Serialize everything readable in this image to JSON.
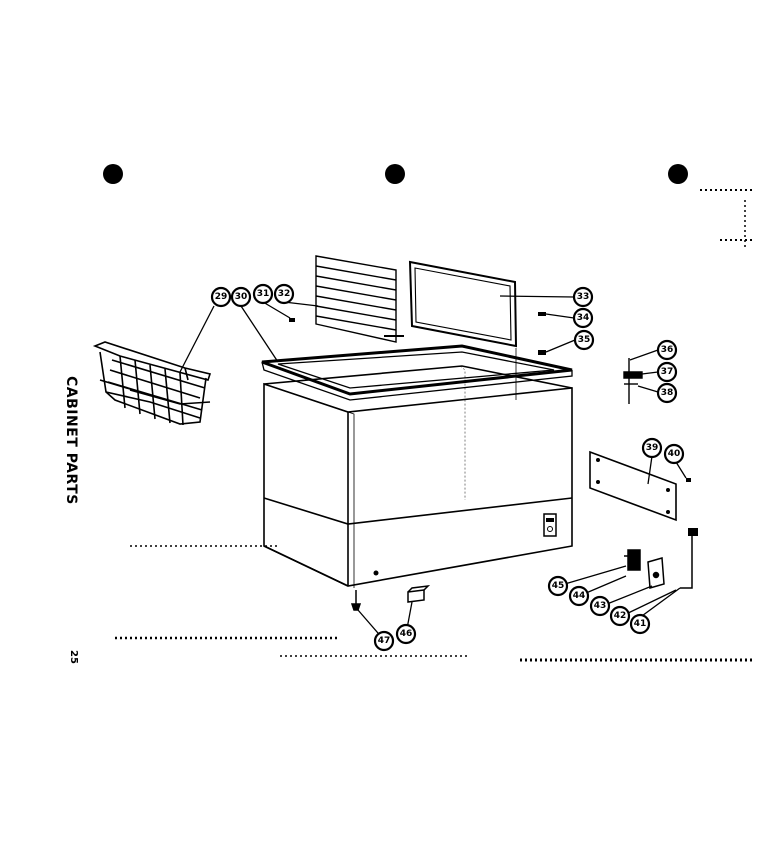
{
  "page": {
    "section_title": "CABINET PARTS",
    "page_number": "25"
  },
  "callouts": [
    {
      "id": "29",
      "label": "29"
    },
    {
      "id": "30",
      "label": "30"
    },
    {
      "id": "31",
      "label": "31"
    },
    {
      "id": "32",
      "label": "32"
    },
    {
      "id": "33",
      "label": "33"
    },
    {
      "id": "34",
      "label": "34"
    },
    {
      "id": "35",
      "label": "35"
    },
    {
      "id": "36",
      "label": "36"
    },
    {
      "id": "37",
      "label": "37"
    },
    {
      "id": "38",
      "label": "38"
    },
    {
      "id": "39",
      "label": "39"
    },
    {
      "id": "40",
      "label": "40"
    },
    {
      "id": "41",
      "label": "41"
    },
    {
      "id": "42",
      "label": "42"
    },
    {
      "id": "43",
      "label": "43"
    },
    {
      "id": "44",
      "label": "44"
    },
    {
      "id": "45",
      "label": "45"
    },
    {
      "id": "46",
      "label": "46"
    },
    {
      "id": "47",
      "label": "47"
    }
  ]
}
